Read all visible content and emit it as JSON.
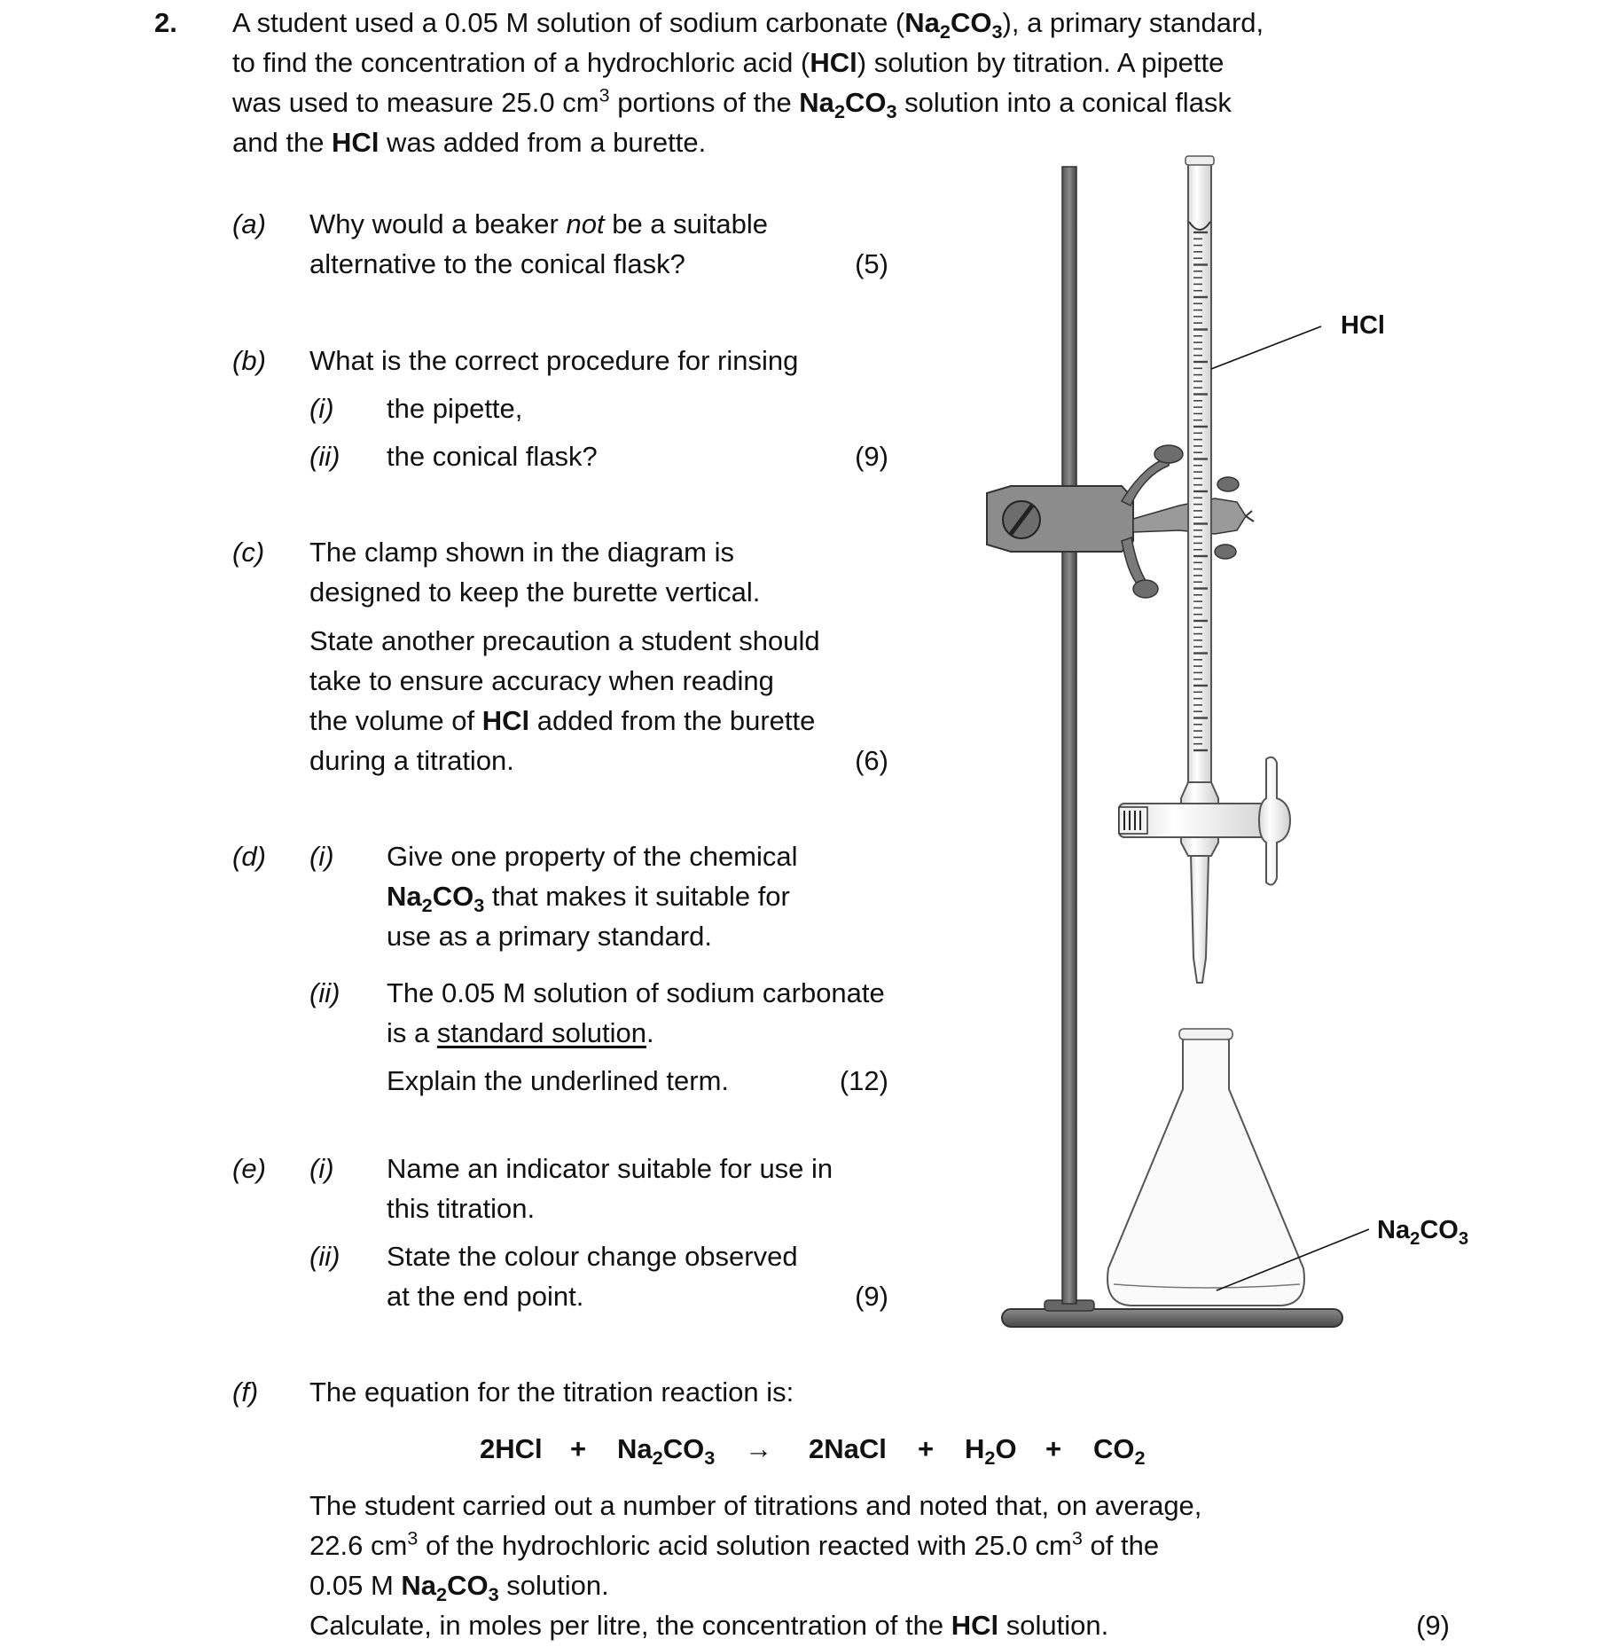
{
  "question": {
    "number": "2.",
    "intro": [
      "A student used a 0.05 M solution of sodium carbonate (Na₂CO₃), a primary standard,",
      "to find the concentration of a hydrochloric acid (HCl) solution by titration.  A pipette",
      "was used to measure 25.0 cm³ portions of the Na₂CO₃ solution into a conical flask",
      "and the HCl was added from a burette."
    ]
  },
  "parts": {
    "a": {
      "label": "(a)",
      "lines": [
        "Why would a beaker not be a suitable",
        "alternative to the conical flask?"
      ],
      "marks": "(5)"
    },
    "b": {
      "label": "(b)",
      "stem": "What is the correct procedure for rinsing",
      "sub_i_label": "(i)",
      "sub_i": "the pipette,",
      "sub_ii_label": "(ii)",
      "sub_ii": "the conical flask?",
      "marks": "(9)"
    },
    "c": {
      "label": "(c)",
      "lines": [
        "The clamp shown in the diagram is",
        "designed to keep the burette vertical.",
        "State another precaution a student should",
        "take to ensure accuracy when reading",
        "the volume of HCl added from the burette",
        "during a titration."
      ],
      "marks": "(6)"
    },
    "d": {
      "label": "(d)",
      "sub_i_label": "(i)",
      "sub_i": [
        "Give one property of the chemical",
        "Na₂CO₃ that makes it suitable for",
        "use as a primary standard."
      ],
      "sub_ii_label": "(ii)",
      "sub_ii": [
        "The 0.05 M solution of sodium carbonate",
        "is a standard solution.",
        "Explain the underlined term."
      ],
      "marks": "(12)"
    },
    "e": {
      "label": "(e)",
      "sub_i_label": "(i)",
      "sub_i": [
        "Name an indicator suitable for use in",
        "this titration."
      ],
      "sub_ii_label": "(ii)",
      "sub_ii": [
        "State the colour change observed",
        "at the end point."
      ],
      "marks": "(9)"
    },
    "f": {
      "label": "(f)",
      "stem": "The equation for the titration reaction is:",
      "equation": {
        "t1": "2HCl",
        "p1": "+",
        "t2": "Na₂CO₃",
        "arrow": "→",
        "t3": "2NaCl",
        "p2": "+",
        "t4": "H₂O",
        "p3": "+",
        "t5": "CO₂"
      },
      "lines": [
        "The student carried out a number of titrations and noted that, on average,",
        "22.6 cm³ of the hydrochloric acid solution reacted with 25.0 cm³ of the",
        "0.05 M Na₂CO₃ solution.",
        "Calculate, in moles per litre, the concentration of the HCl solution."
      ],
      "marks": "(9)"
    }
  },
  "diagram": {
    "label_hcl": "HCl",
    "label_na2co3": "Na₂CO₃"
  }
}
